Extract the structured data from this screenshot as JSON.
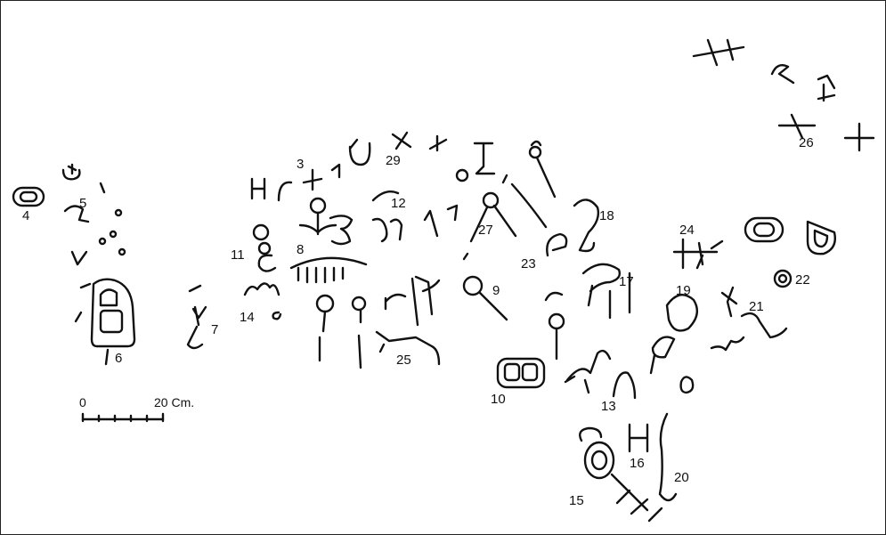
{
  "figure": {
    "labels": [
      "3",
      "4",
      "5",
      "6",
      "7",
      "8",
      "9",
      "10",
      "11",
      "12",
      "13",
      "14",
      "15",
      "16",
      "17",
      "18",
      "19",
      "20",
      "21",
      "22",
      "23",
      "24",
      "25",
      "26",
      "27",
      "29"
    ],
    "scale": {
      "zero_label": "0",
      "length_label": "20 Cm."
    }
  }
}
